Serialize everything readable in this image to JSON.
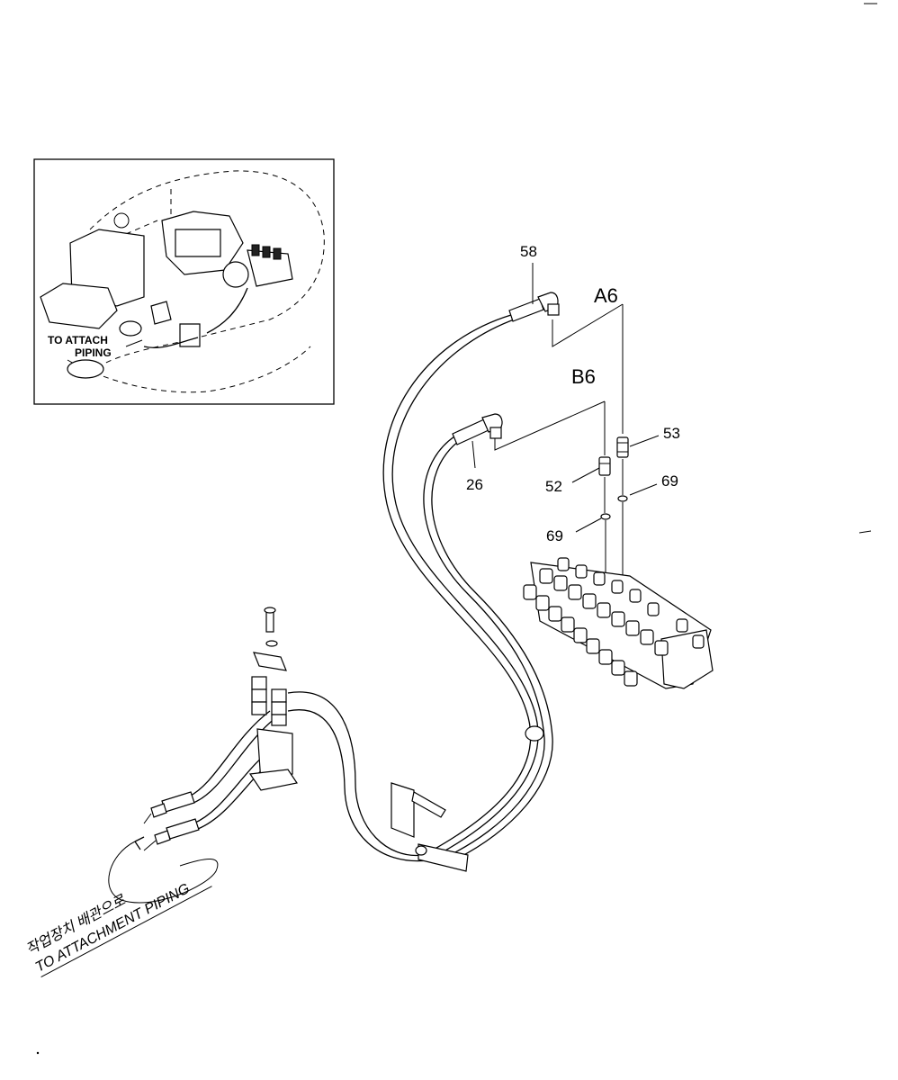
{
  "inset": {
    "label_line1": "TO ATTACH",
    "label_line2": "PIPING"
  },
  "callouts": {
    "p58": "58",
    "a6": "A6",
    "b6": "B6",
    "p53": "53",
    "p26": "26",
    "p52": "52",
    "p69_right": "69",
    "p69_left": "69"
  },
  "note": {
    "korean": "작업장치 배관으로",
    "english": "TO ATTACHMENT PIPING"
  }
}
